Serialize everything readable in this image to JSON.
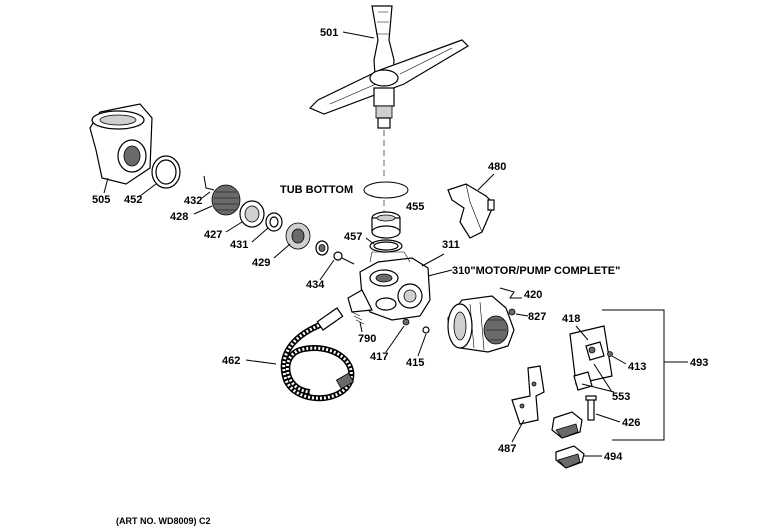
{
  "labels": {
    "p501": "501",
    "p505": "505",
    "p452": "452",
    "p432": "432",
    "p428": "428",
    "p427": "427",
    "p431": "431",
    "p429": "429",
    "p434": "434",
    "p455": "455",
    "p457": "457",
    "p311": "311",
    "p480": "480",
    "p420": "420",
    "p827": "827",
    "p418": "418",
    "p413": "413",
    "p493": "493",
    "p553": "553",
    "p426": "426",
    "p487": "487",
    "p494": "494",
    "p462": "462",
    "p790": "790",
    "p417": "417",
    "p415": "415",
    "tub_bottom": "TUB BOTTOM",
    "motor_pump": "310\"MOTOR/PUMP COMPLETE\"",
    "art_no": "(ART NO. WD8009) C2"
  }
}
